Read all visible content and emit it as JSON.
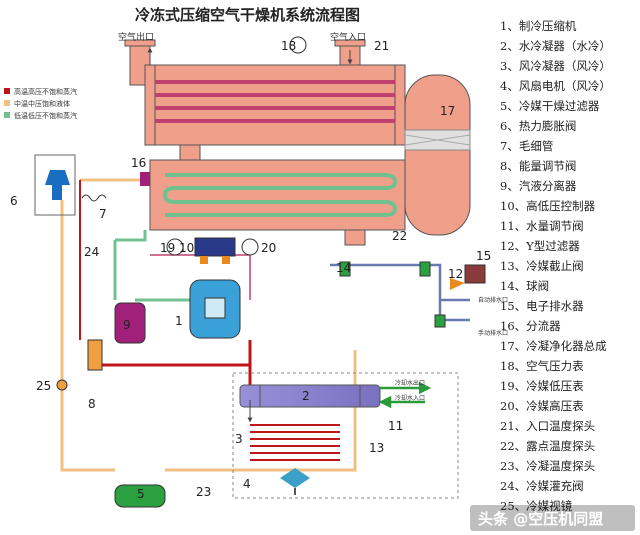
{
  "title": "冷冻式压缩空气干燥机系统流程图",
  "labels": {
    "air_outlet": "空气出口",
    "air_inlet": "空气入口",
    "cooling_water_out": "冷却水出口",
    "cooling_water_in": "冷却水入口",
    "auto_drain": "自动排水口",
    "manual_drain": "手动排水口"
  },
  "legend": [
    {
      "text": "高温高压不饱和蒸汽",
      "color": "#c0141b"
    },
    {
      "text": "中温中压饱和液体",
      "color": "#f0c080"
    },
    {
      "text": "低温低压不饱和蒸汽",
      "color": "#70c090"
    }
  ],
  "numbers": [
    "1",
    "2",
    "3",
    "4",
    "5",
    "6",
    "7",
    "8",
    "9",
    "10",
    "11",
    "12",
    "13",
    "14",
    "15",
    "16",
    "17",
    "18",
    "19",
    "20",
    "21",
    "22",
    "23",
    "24",
    "25"
  ],
  "component_list": [
    "1、制冷压缩机",
    "2、水冷凝器（水冷）",
    "3、风冷凝器（风冷）",
    "4、风扇电机（风冷）",
    "5、冷媒干燥过滤器",
    "6、热力膨胀阀",
    "7、毛细管",
    "8、能量调节阀",
    "9、汽液分离器",
    "10、高低压控制器",
    "11、水量调节阀",
    "12、Y型过滤器",
    "13、冷媒截止阀",
    "14、球阀",
    "15、电子排水器",
    "16、分流器",
    "17、冷凝净化器总成",
    "18、空气压力表",
    "19、冷媒低压表",
    "20、冷媒高压表",
    "21、入口温度探头",
    "22、露点温度探头",
    "23、冷凝温度探头",
    "24、冷媒灌充阀",
    "25、冷媒视镜"
  ],
  "watermark": "头条 @空压机同盟",
  "colors": {
    "hot": "#c0141b",
    "mid": "#f0c080",
    "cold": "#70c090",
    "vessel": "#f0a08a",
    "tube": "#c04070"
  }
}
